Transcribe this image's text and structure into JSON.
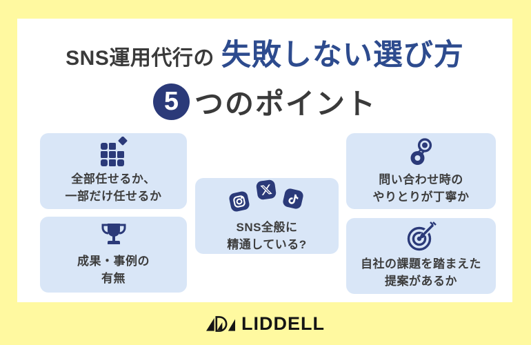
{
  "colors": {
    "background_yellow": "#FFF9A0",
    "card_white": "#FFFFFF",
    "box_blue": "#D9E6F7",
    "icon_navy": "#2B3A79",
    "title_accent_navy": "#2D4B8E",
    "text_dark": "#3A3A3A",
    "logo_black": "#151515"
  },
  "title": {
    "prefix": "SNS運用代行の",
    "accent": "失敗しない選び方",
    "count": "5",
    "suffix": "つのポイント"
  },
  "points": [
    {
      "icon": "grid-blocks-icon",
      "lines": [
        "全部任せるか、",
        "一部だけ任せるか"
      ]
    },
    {
      "icon": "trophy-icon",
      "lines": [
        "成果・事例の",
        "有無"
      ]
    },
    {
      "icon": "sns-apps-icon",
      "lines": [
        "SNS全般に",
        "精通している?"
      ]
    },
    {
      "icon": "chat-bubbles-icon",
      "lines": [
        "問い合わせ時の",
        "やりとりが丁寧か"
      ]
    },
    {
      "icon": "target-dart-icon",
      "lines": [
        "自社の課題を踏まえた",
        "提案があるか"
      ]
    }
  ],
  "footer": {
    "brand": "LIDDELL"
  }
}
